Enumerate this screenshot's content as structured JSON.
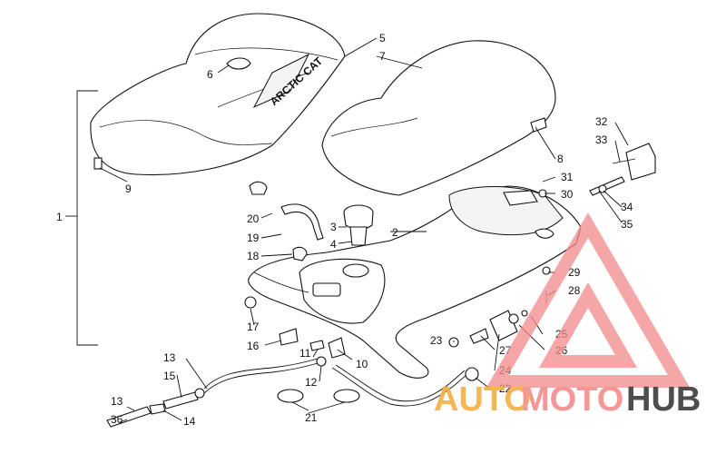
{
  "diagram": {
    "callouts": [
      "1",
      "2",
      "3",
      "4",
      "5",
      "6",
      "7",
      "8",
      "9",
      "10",
      "11",
      "12",
      "13",
      "13",
      "14",
      "15",
      "16",
      "17",
      "18",
      "19",
      "20",
      "21",
      "22",
      "23",
      "24",
      "25",
      "26",
      "27",
      "28",
      "29",
      "30",
      "31",
      "32",
      "33",
      "34",
      "35",
      "36"
    ],
    "decal_text": "ARCTIC CAT"
  },
  "watermark": {
    "part1": "AUTO",
    "part2": "MOTO",
    "part3": "HUB",
    "color_red": "#f28c8c",
    "color_orange": "#f5b041",
    "color_dark": "#3a3a3a"
  }
}
